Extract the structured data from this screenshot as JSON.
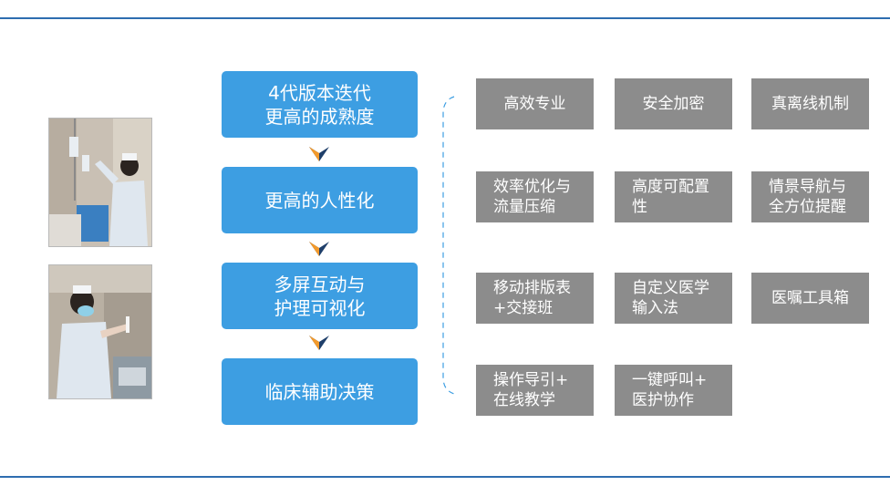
{
  "steps": [
    "4代版本迭代\n更高的成熟度",
    "更高的人性化",
    "多屏互动与\n护理可视化",
    "临床辅助决策"
  ],
  "features": [
    "高效专业",
    "安全加密",
    "真离线机制",
    "效率优化与\n流量压缩",
    "高度可配置\n性",
    "情景导航与\n全方位提醒",
    "移动排版表\n+交接班",
    "自定义医学\n输入法",
    "医嘱工具箱",
    "操作导引+\n在线教学",
    "一键呼叫+\n医护协作"
  ],
  "colors": {
    "rule": "#2e6db0",
    "step_box": "#3d9ee2",
    "feature_box": "#8c8c8c",
    "chevron_orange": "#f39a2b",
    "chevron_navy": "#1f3f6a"
  }
}
